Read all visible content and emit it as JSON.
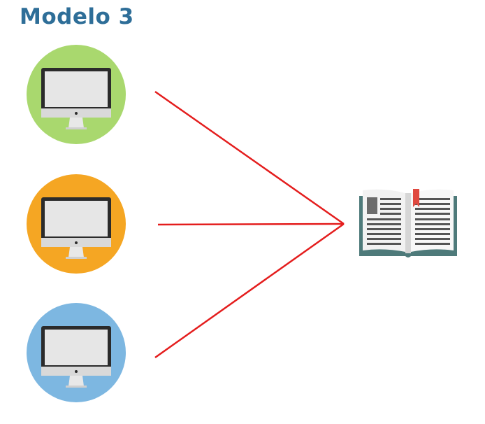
{
  "title": "Modelo 3",
  "computers": [
    {
      "name": "computer-green",
      "color": "#a9d86e"
    },
    {
      "name": "computer-orange",
      "color": "#f5a623"
    },
    {
      "name": "computer-blue",
      "color": "#7db7e1"
    }
  ],
  "connector_color": "#e41d1d",
  "icons": {
    "computer": "desktop-monitor-icon",
    "book": "open-book-icon"
  },
  "colors": {
    "title": "#2e6e98",
    "monitor_bezel": "#2b2b2b",
    "monitor_screen": "#e6e6e6",
    "monitor_stand": "#d9d9d9",
    "book_cover": "#4e7a7a",
    "book_pages": "#f2f2f2",
    "book_lines": "#555555",
    "bookmark": "#e0493f"
  }
}
